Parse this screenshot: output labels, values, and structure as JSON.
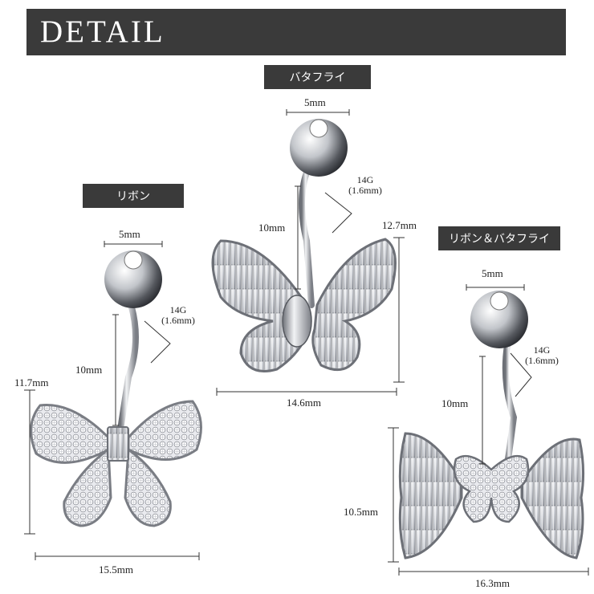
{
  "header": {
    "title": "DETAIL"
  },
  "products": {
    "butterfly": {
      "label": "バタフライ",
      "ball": "5mm",
      "gauge_line1": "14G",
      "gauge_line2": "(1.6mm)",
      "bar_length": "10mm",
      "height": "12.7mm",
      "width": "14.6mm"
    },
    "ribbon": {
      "label": "リボン",
      "ball": "5mm",
      "gauge_line1": "14G",
      "gauge_line2": "(1.6mm)",
      "bar_length": "10mm",
      "height": "11.7mm",
      "width": "15.5mm"
    },
    "ribbon_butterfly": {
      "label": "リボン＆バタフライ",
      "ball": "5mm",
      "gauge_line1": "14G",
      "gauge_line2": "(1.6mm)",
      "bar_length": "10mm",
      "height": "10.5mm",
      "width": "16.3mm"
    }
  },
  "colors": {
    "banner": "#3a3a3a",
    "metal": "#c9ccd1",
    "line": "#333333"
  }
}
